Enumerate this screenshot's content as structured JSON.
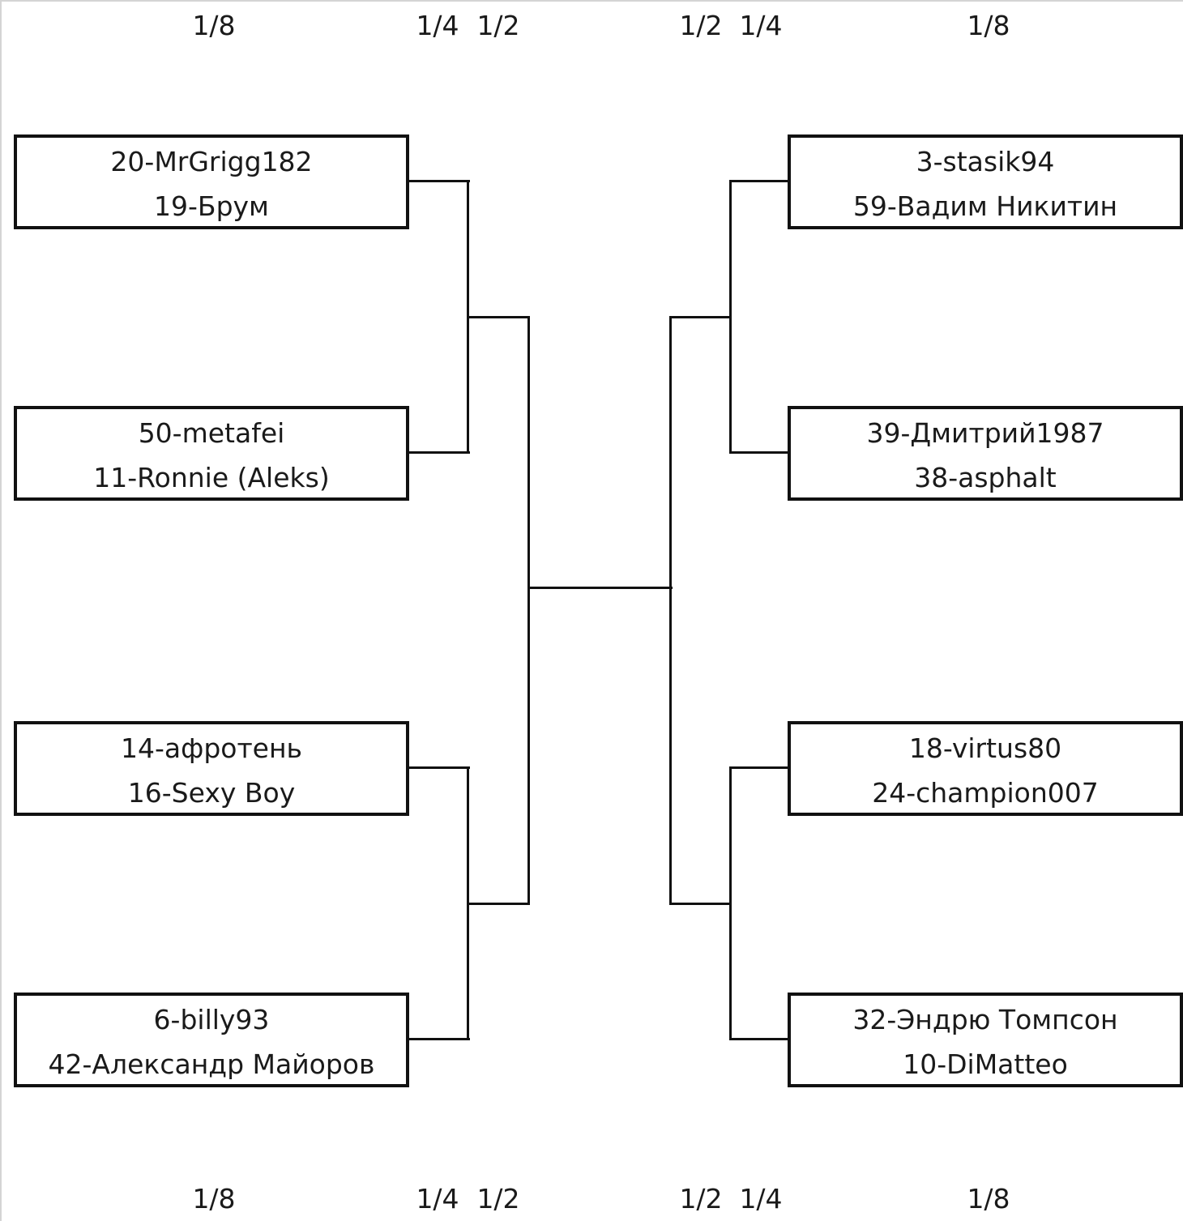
{
  "round_labels": {
    "top": [
      "1/8",
      "1/4",
      "1/2",
      "1/2",
      "1/4",
      "1/8"
    ],
    "bottom": [
      "1/8",
      "1/4",
      "1/2",
      "1/2",
      "1/4",
      "1/8"
    ]
  },
  "bracket": {
    "left": [
      {
        "player1": "20-MrGrigg182",
        "player2": "19-Брум"
      },
      {
        "player1": "50-metafei",
        "player2": "11-Ronnie (Aleks)"
      },
      {
        "player1": "14-афротень",
        "player2": "16-Sexy Boy"
      },
      {
        "player1": "6-billy93",
        "player2": "42-Александр Майоров"
      }
    ],
    "right": [
      {
        "player1": "3-stasik94",
        "player2": "59-Вадим Никитин"
      },
      {
        "player1": "39-Дмитрий1987",
        "player2": "38-asphalt"
      },
      {
        "player1": "18-virtus80",
        "player2": "24-champion007"
      },
      {
        "player1": "32-Эндрю Томпсон",
        "player2": "10-DiMatteo"
      }
    ]
  }
}
